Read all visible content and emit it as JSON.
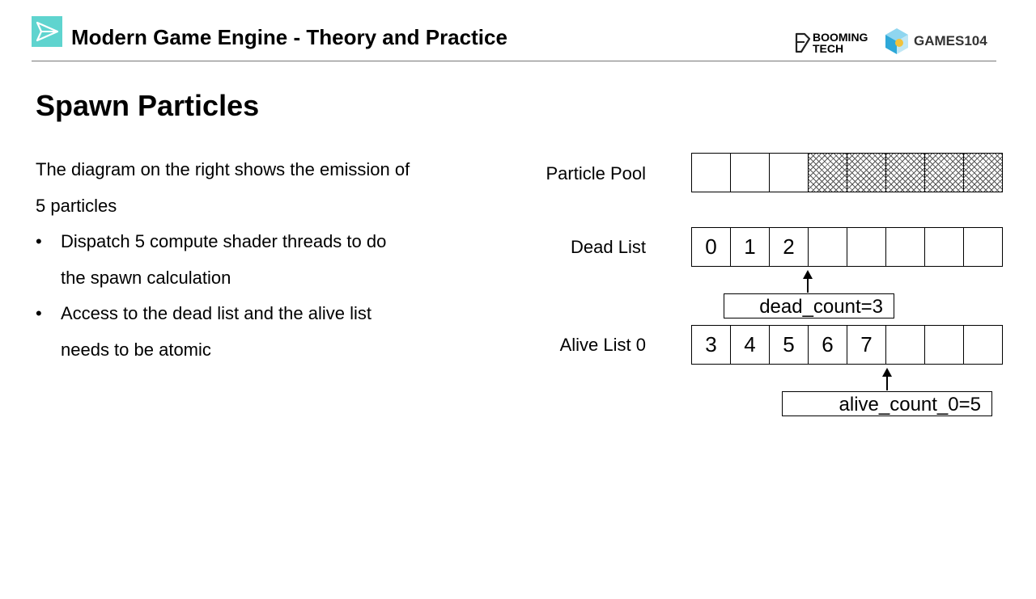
{
  "header": {
    "title": "Modern Game Engine - Theory and Practice",
    "logo_booming_line1": "BOOMING",
    "logo_booming_line2": "TECH",
    "logo_games": "GAMES104",
    "accent_color": "#5fd4cf"
  },
  "slide": {
    "title": "Spawn Particles",
    "paragraph_line1": "The diagram on the right shows the emission of",
    "paragraph_line2": "5 particles",
    "bullets": [
      {
        "line1": "Dispatch 5 compute shader threads to do",
        "line2": "the spawn calculation"
      },
      {
        "line1": "Access to the dead list and the alive list",
        "line2": "needs to be atomic"
      }
    ],
    "bullet_glyph": "•"
  },
  "diagram": {
    "particle_pool": {
      "label": "Particle Pool",
      "cells": [
        "",
        "",
        "",
        "",
        "",
        "",
        "",
        ""
      ],
      "hatched_from_index": 3
    },
    "dead_list": {
      "label": "Dead List",
      "cells": [
        "0",
        "1",
        "2",
        "",
        "",
        "",
        "",
        ""
      ],
      "counter": "dead_count=3"
    },
    "alive_list": {
      "label": "Alive List 0",
      "cells": [
        "3",
        "4",
        "5",
        "6",
        "7",
        "",
        "",
        ""
      ],
      "counter": "alive_count_0=5"
    }
  }
}
